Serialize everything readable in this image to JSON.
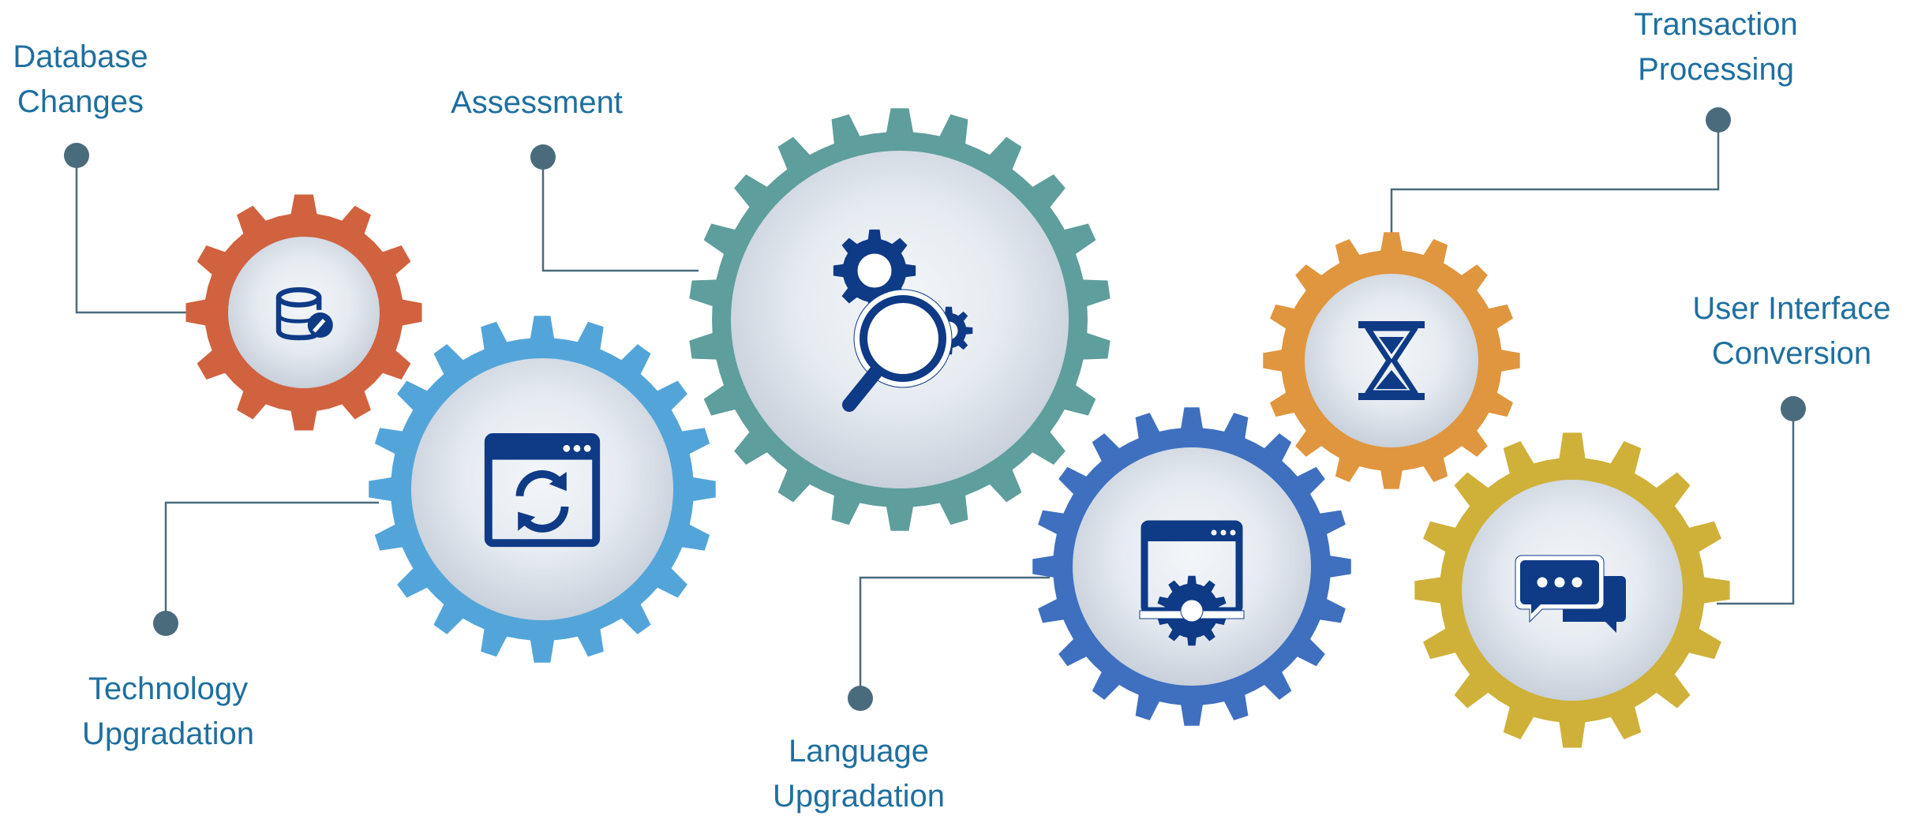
{
  "colors": {
    "label_text": "#1f6f9f",
    "connector": "#4a6b7c",
    "icon": "#0f3a86",
    "gear_face_light": "#f3f6f9",
    "gear_face_dark": "#c8d0db"
  },
  "gears": {
    "database": {
      "label_lines": [
        "Database",
        "Changes"
      ],
      "icon": "database-edit-icon",
      "color": "#d0623f"
    },
    "technology": {
      "label_lines": [
        "Technology",
        "Upgradation"
      ],
      "icon": "browser-refresh-icon",
      "color": "#53a5d9"
    },
    "assessment": {
      "label_lines": [
        "Assessment"
      ],
      "icon": "gears-magnifier-icon",
      "color": "#5e9e9c"
    },
    "language": {
      "label_lines": [
        "Language",
        "Upgradation"
      ],
      "icon": "browser-settings-icon",
      "color": "#3f6fbf"
    },
    "transaction": {
      "label_lines": [
        "Transaction",
        "Processing"
      ],
      "icon": "hourglass-icon",
      "color": "#e0963e"
    },
    "ui_conversion": {
      "label_lines": [
        "User Interface",
        "Conversion"
      ],
      "icon": "chat-bubbles-icon",
      "color": "#cfb13a"
    }
  }
}
